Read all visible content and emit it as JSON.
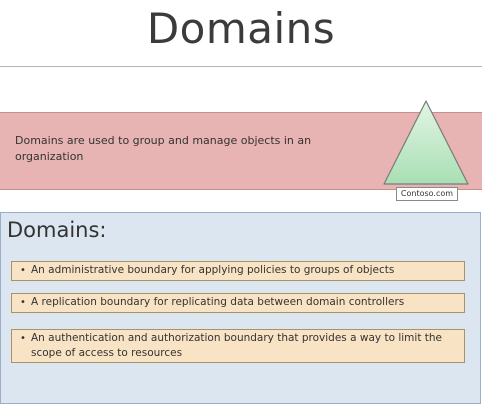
{
  "slide": {
    "title": "Domains"
  },
  "definition": {
    "text": "Domains are used to group and manage objects in an organization",
    "box_color": "#e8b4b3"
  },
  "domain_graphic": {
    "label": "Contoso.com",
    "shape": "triangle-domain-icon",
    "fill_color": "#bfe8c6"
  },
  "details": {
    "heading": "Domains:",
    "panel_color": "#dce6f1",
    "items": [
      {
        "bullet": "•",
        "text": "An administrative boundary for applying policies to groups of objects"
      },
      {
        "bullet": "•",
        "text": "A replication boundary for replicating data between domain controllers"
      },
      {
        "bullet": "•",
        "text": "An authentication and authorization boundary that provides a way to limit the scope of access to resources"
      }
    ],
    "item_color": "#f8e4c4"
  }
}
